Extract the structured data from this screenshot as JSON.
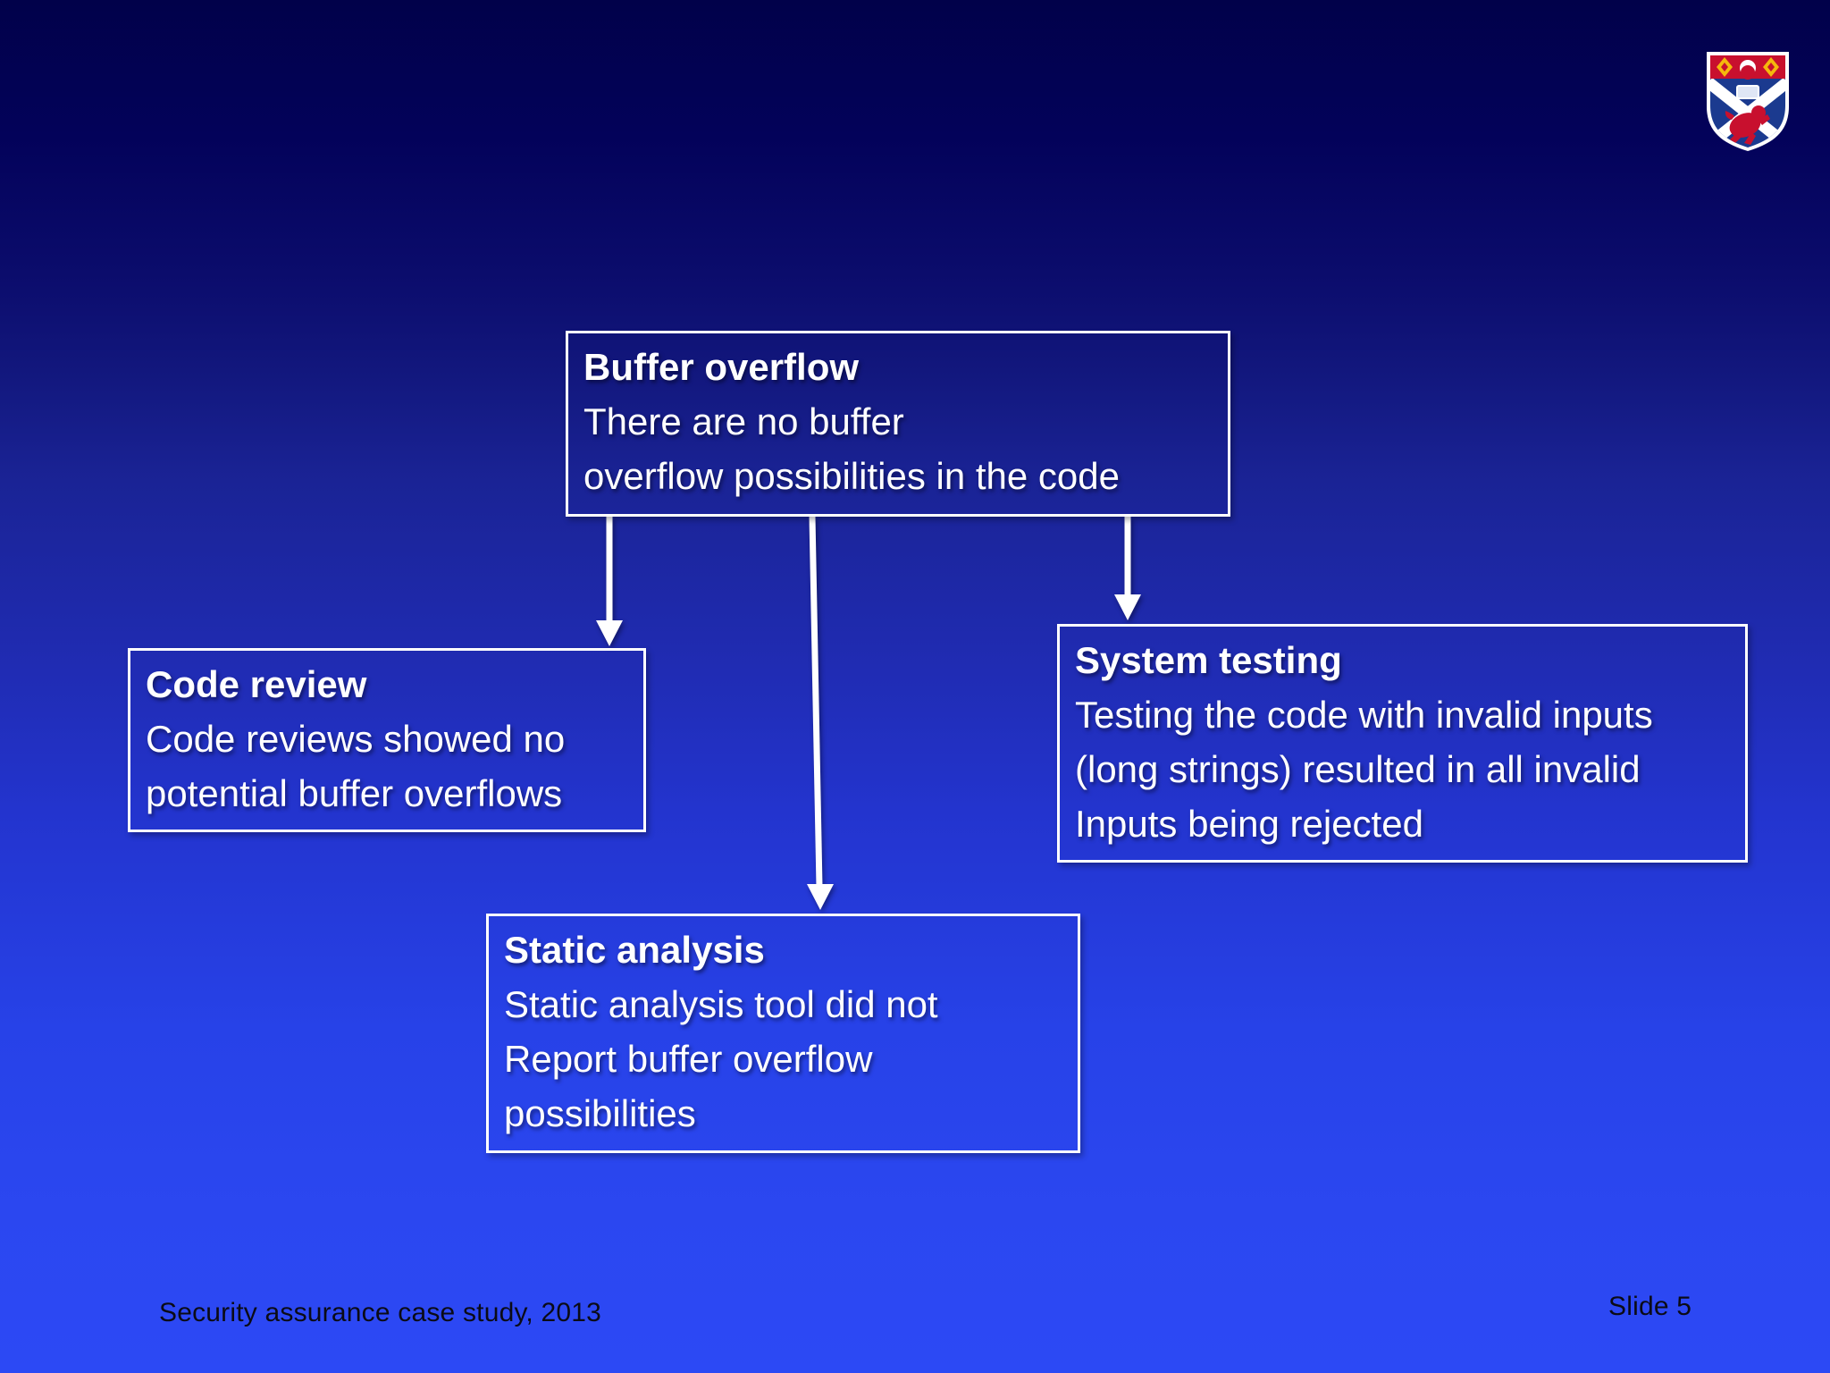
{
  "slide": {
    "footer_left": "Security assurance case study, 2013",
    "footer_right": "Slide 5"
  },
  "logo": {
    "name": "university-shield-crest"
  },
  "diagram": {
    "nodes": {
      "buffer_overflow": {
        "title": "Buffer overflow",
        "line1": "There are no buffer",
        "line2": "overflow possibilities in the code"
      },
      "code_review": {
        "title": "Code review",
        "line1": "Code reviews showed no",
        "line2": "potential buffer overflows"
      },
      "static_analysis": {
        "title": "Static analysis",
        "line1": "Static analysis tool did not",
        "line2": "Report buffer overflow",
        "line3": "possibilities"
      },
      "system_testing": {
        "title": "System testing",
        "line1": "Testing the code with invalid inputs",
        "line2": "(long strings) resulted in all invalid",
        "line3": "Inputs being rejected"
      }
    }
  },
  "colors": {
    "background_top": "#01014A",
    "background_bottom": "#2C49F5",
    "box_border": "#ffffff",
    "text": "#ffffff",
    "footer_text": "#0b0b16",
    "crest_red": "#C8102E",
    "crest_gold": "#F5B80C",
    "crest_blue": "#1B3A8F"
  }
}
